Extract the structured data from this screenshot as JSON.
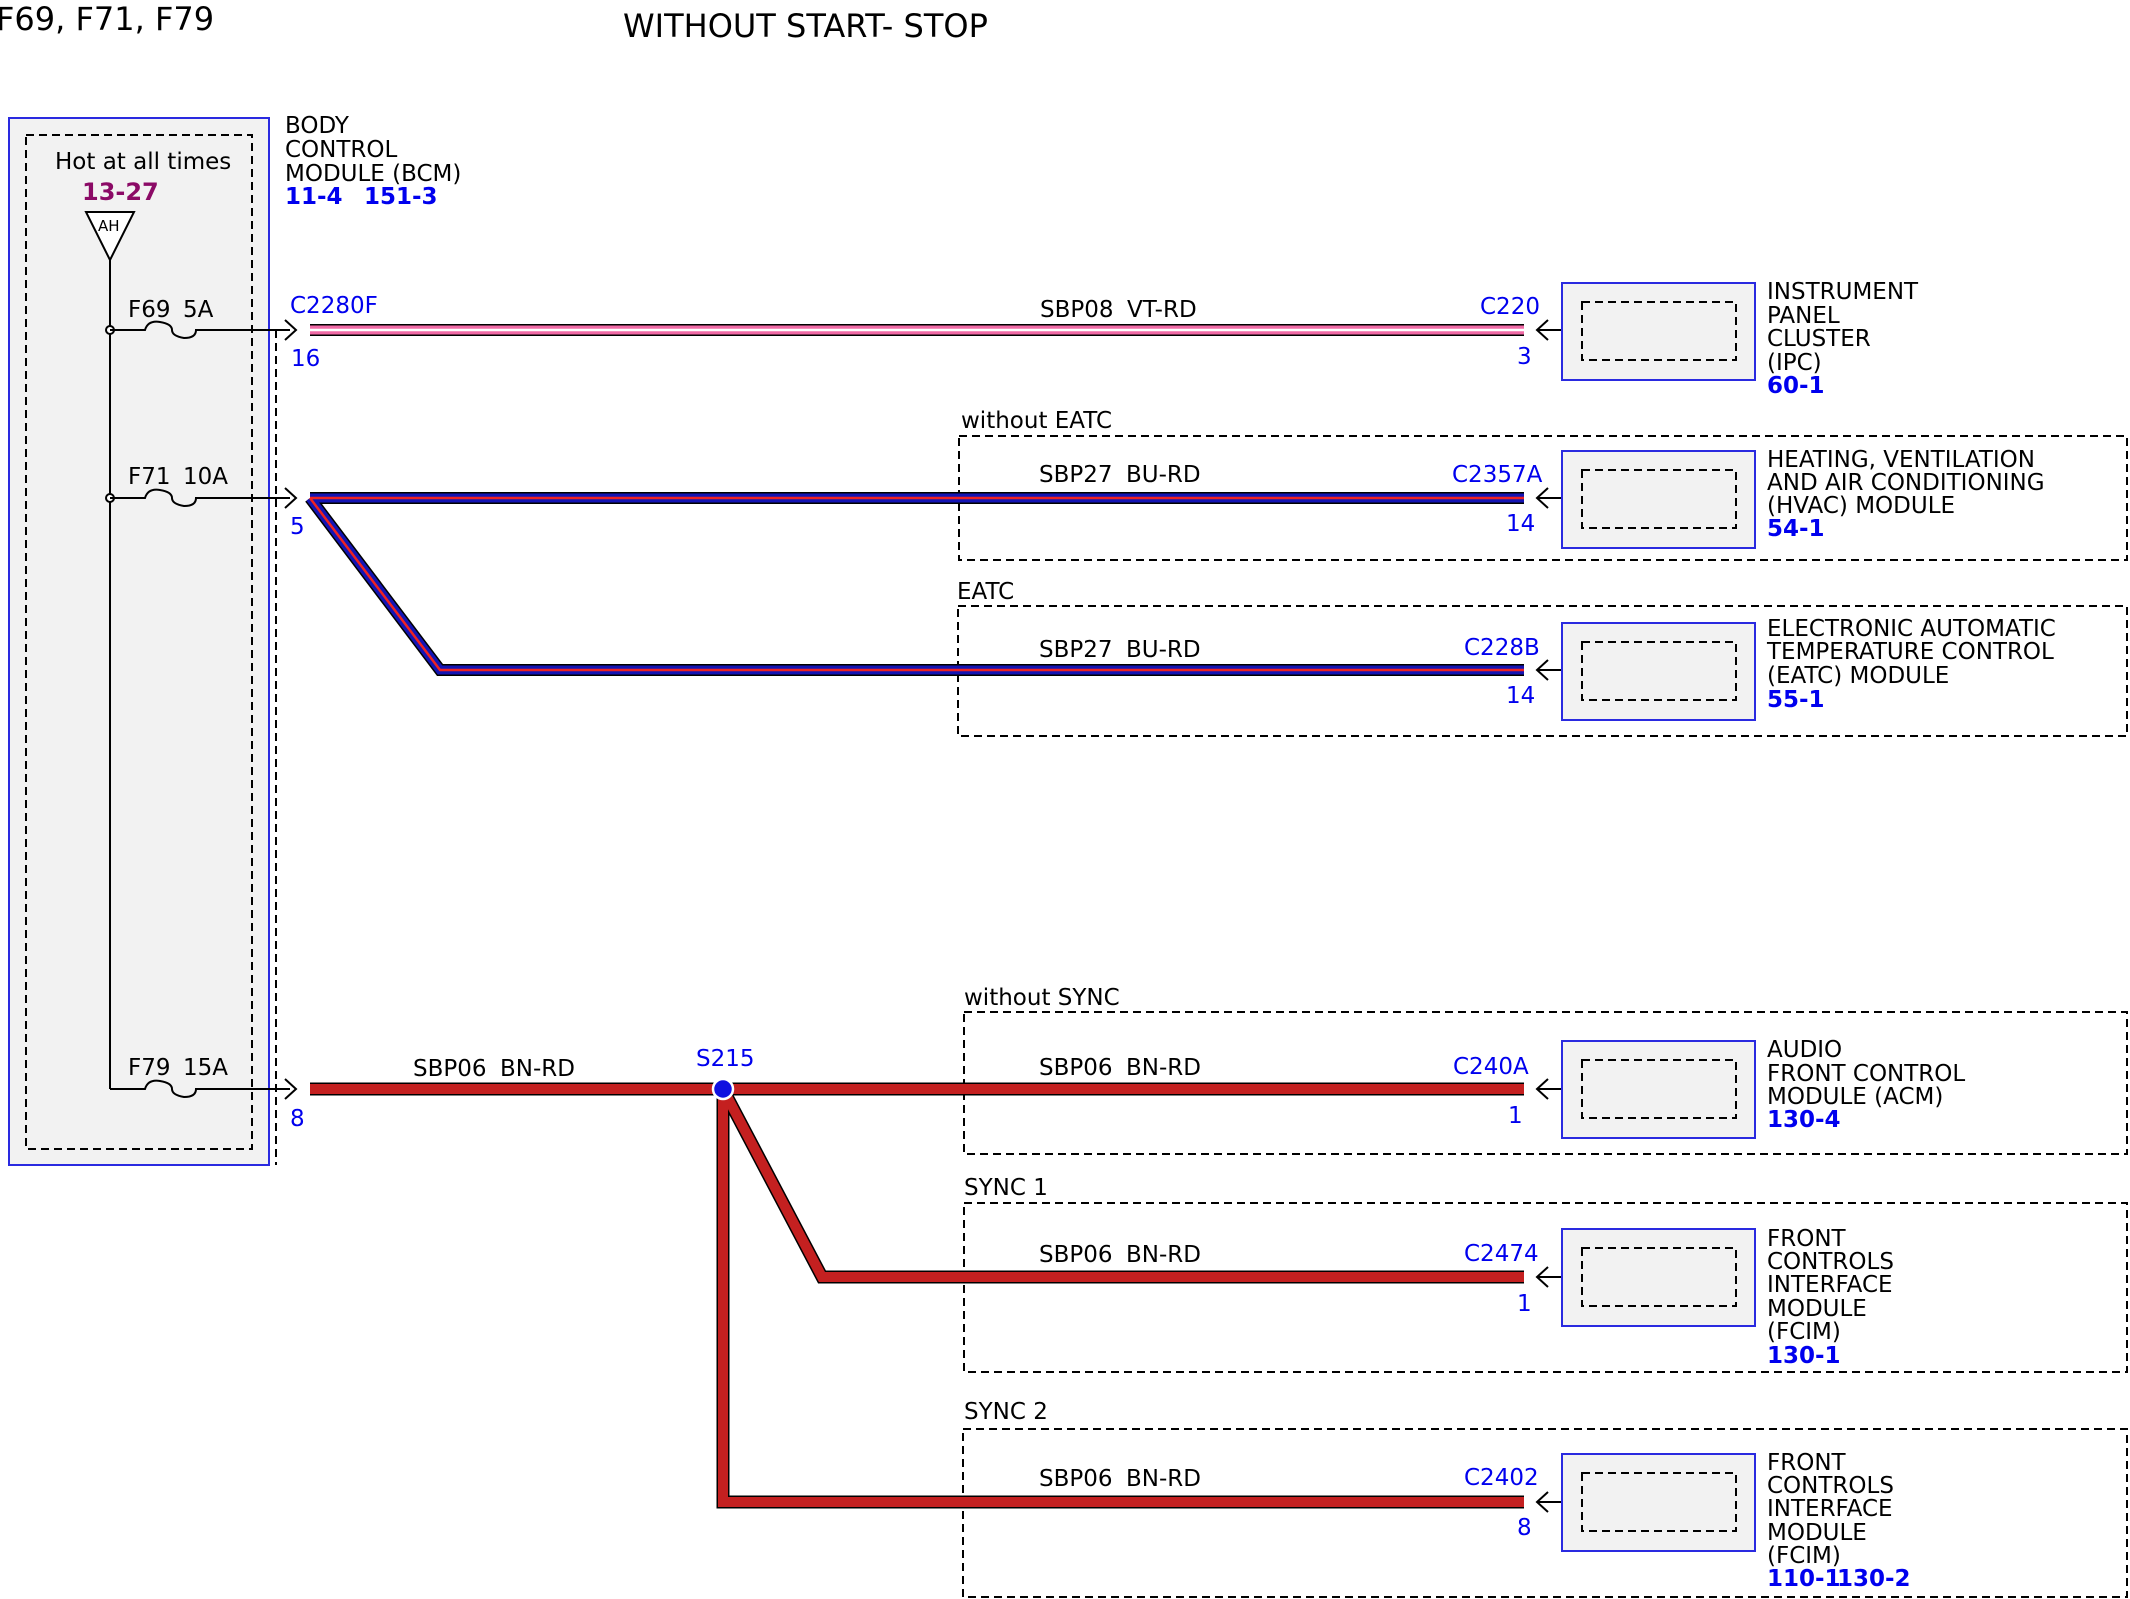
{
  "header": {
    "fuses_title": "F69, F71, F79",
    "main_title": "WITHOUT START- STOP"
  },
  "bcm": {
    "name_lines": [
      "BODY",
      "CONTROL",
      "MODULE (BCM)"
    ],
    "refs": [
      "11-4",
      "151-3"
    ],
    "hot_label": "Hot at all times",
    "hot_ref": "13-27",
    "bus_symbol": "AH"
  },
  "fuses": [
    {
      "id": "F69",
      "rating": "5A",
      "connector": "C2280F",
      "pin": "16"
    },
    {
      "id": "F71",
      "rating": "10A",
      "connector": "",
      "pin": "5"
    },
    {
      "id": "F79",
      "rating": "15A",
      "connector": "",
      "pin": "8"
    }
  ],
  "splice": {
    "id": "S215"
  },
  "circuits": [
    {
      "key": "ipc",
      "wire": "SBP08",
      "color": "VT-RD",
      "connector": "C220",
      "pin": "3",
      "variant": "",
      "module_lines": [
        "INSTRUMENT",
        "PANEL",
        "CLUSTER",
        "(IPC)"
      ],
      "refs": [
        "60-1"
      ]
    },
    {
      "key": "hvac",
      "wire": "SBP27",
      "color": "BU-RD",
      "connector": "C2357A",
      "pin": "14",
      "variant": "without EATC",
      "module_lines": [
        "HEATING, VENTILATION",
        "AND AIR CONDITIONING",
        "(HVAC) MODULE"
      ],
      "refs": [
        "54-1"
      ]
    },
    {
      "key": "eatc",
      "wire": "SBP27",
      "color": "BU-RD",
      "connector": "C228B",
      "pin": "14",
      "variant": "EATC",
      "module_lines": [
        "ELECTRONIC AUTOMATIC",
        "TEMPERATURE CONTROL",
        "(EATC) MODULE"
      ],
      "refs": [
        "55-1"
      ]
    },
    {
      "key": "acm",
      "wire": "SBP06",
      "color": "BN-RD",
      "connector": "C240A",
      "pin": "1",
      "variant": "without SYNC",
      "module_lines": [
        "AUDIO",
        "FRONT CONTROL",
        "MODULE (ACM)"
      ],
      "refs": [
        "130-4"
      ]
    },
    {
      "key": "fcim1",
      "wire": "SBP06",
      "color": "BN-RD",
      "connector": "C2474",
      "pin": "1",
      "variant": "SYNC 1",
      "module_lines": [
        "FRONT",
        "CONTROLS",
        "INTERFACE",
        "MODULE",
        "(FCIM)"
      ],
      "refs": [
        "130-1"
      ]
    },
    {
      "key": "fcim2",
      "wire": "SBP06",
      "color": "BN-RD",
      "connector": "C2402",
      "pin": "8",
      "variant": "SYNC 2",
      "module_lines": [
        "FRONT",
        "CONTROLS",
        "INTERFACE",
        "MODULE",
        "(FCIM)"
      ],
      "refs": [
        "110-1",
        "130-2"
      ]
    }
  ],
  "bcm_out_wire": {
    "wire": "SBP06",
    "color": "BN-RD"
  },
  "wire_colors": {
    "VT-RD": {
      "main": "#f06aa6",
      "stripe": "#ffffff"
    },
    "BU-RD": {
      "main": "#1414b4",
      "stripe": "#ee2222"
    },
    "BN-RD": {
      "main": "#c42020",
      "stripe": "#c42020"
    }
  },
  "colors": {
    "reference_blue": "#0000ee",
    "reference_magenta": "#8b0a66",
    "bcm_border": "#2a2ae0",
    "module_border": "#2a2ae0",
    "module_fill": "#f2f2f2"
  }
}
